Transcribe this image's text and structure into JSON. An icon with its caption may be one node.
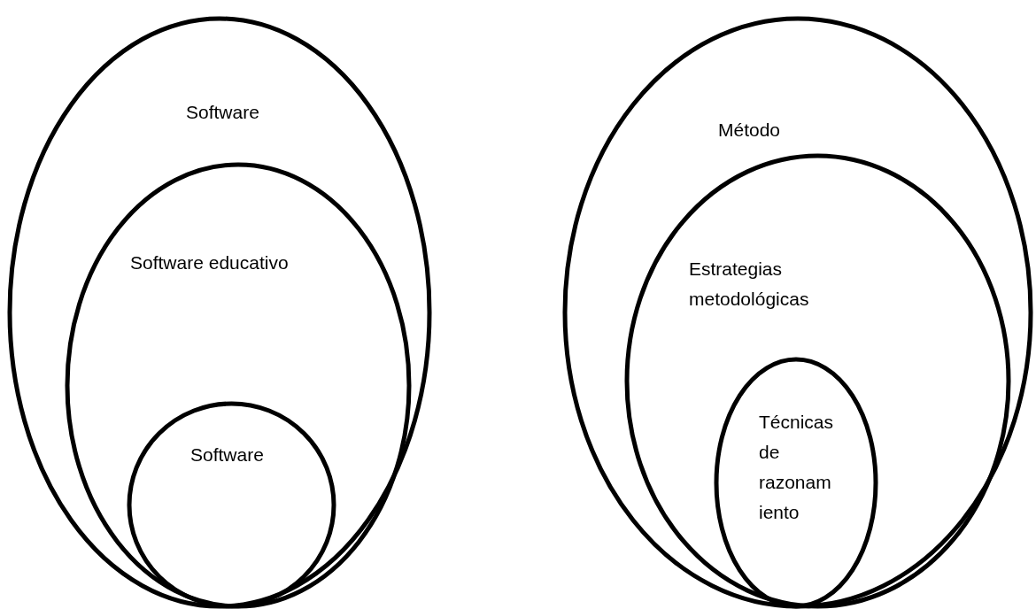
{
  "diagram": {
    "nodes": [
      {
        "text": [
          "Software"
        ]
      },
      {
        "text": [
          "Software educativo"
        ],
        "in": 0
      },
      {
        "text": [
          "Software"
        ],
        "in": 1
      },
      {
        "text": [
          "Método"
        ]
      },
      {
        "text": [
          "Estrategias metodológicas"
        ],
        "in": 3
      },
      {
        "text": [
          "Técnicas de razonam iento"
        ],
        "in": 4
      }
    ]
  }
}
